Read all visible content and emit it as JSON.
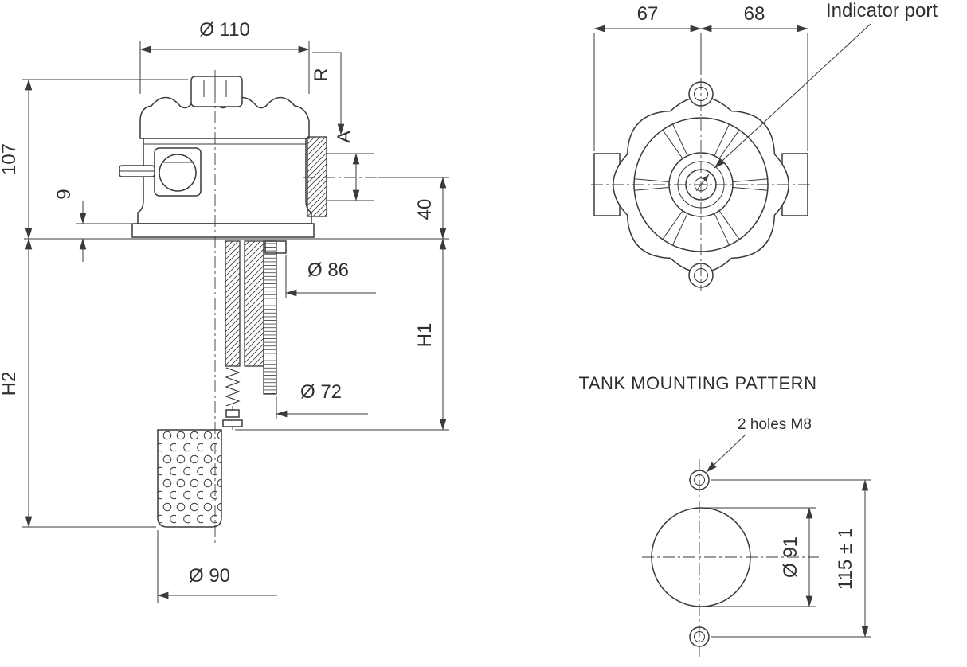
{
  "side_view": {
    "dia_cap": "Ø 110",
    "height_total": "107",
    "flange_thickness": "9",
    "port_thread": "R",
    "port_size": "A",
    "port_height": "40",
    "dia_element": "Ø 86",
    "depth_h1": "H1",
    "dia_inner": "Ø 72",
    "depth_h2": "H2",
    "dia_basket": "Ø 90"
  },
  "top_view": {
    "width_left": "67",
    "width_right": "68",
    "indicator_label": "Indicator port"
  },
  "mounting_pattern": {
    "title": "TANK MOUNTING PATTERN",
    "holes_label": "2 holes M8",
    "dia_circle": "Ø 91",
    "hole_spacing": "115 ± 1"
  },
  "colors": {
    "line": "#3a3a3a",
    "background": "#ffffff"
  }
}
